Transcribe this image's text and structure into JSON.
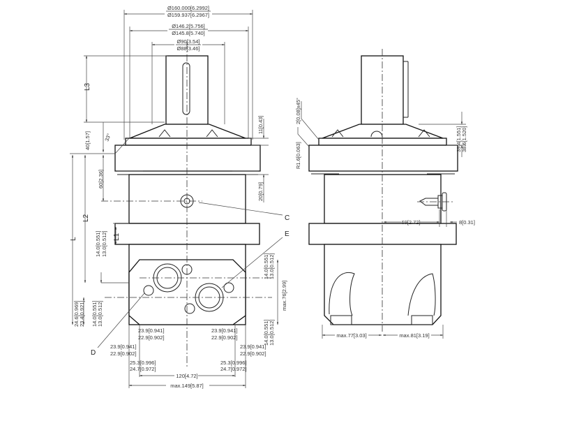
{
  "front_view": {
    "dia_outer_max": "Ø160.000[6.2992]",
    "dia_outer_min": "Ø159.937[6.2967]",
    "dia_mid_max": "Ø146.2[5.756]",
    "dia_mid_min": "Ø145.8[5.740]",
    "dia_shaft_max": "Ø90[3.54]",
    "dia_shaft_min": "Ø88[3.46]",
    "L3": "L3",
    "L2": "L2",
    "L1": "L1",
    "L": "L",
    "flange_height": "40[1.57]",
    "angle": "33°",
    "pilot_height": "11[0.43]",
    "check_port_height": "60[2.36]",
    "flange_below": "20[0.79]",
    "band_max": "14.0[0.551]",
    "band_min": "13.0[0.512]",
    "port_offset_max": "24.6[0.969]",
    "port_offset_min": "23.4[0.921]",
    "port_depth_max": "max.76[2.99]",
    "port_w_max": "23.9[0.941]",
    "port_w_min": "22.9[0.902]",
    "port_c_max": "25.3[0.996]",
    "port_c_min": "24.7[0.972]",
    "port_spacing": "120[4.72]",
    "overall_width": "max.149[5.87]",
    "label_C": "C",
    "label_D": "D",
    "label_E": "E"
  },
  "side_view": {
    "chamfer": "2[0.08]x45°",
    "radius": "R1.6[0.063]",
    "pilot_max": "39.4[1.551]",
    "pilot_min": "38.6[1.520]",
    "port_c_offset": "69[2.72]",
    "port_c_length": "8[0.31]",
    "left_max": "max.77[3.03]",
    "right_max": "max.81[3.19]"
  }
}
